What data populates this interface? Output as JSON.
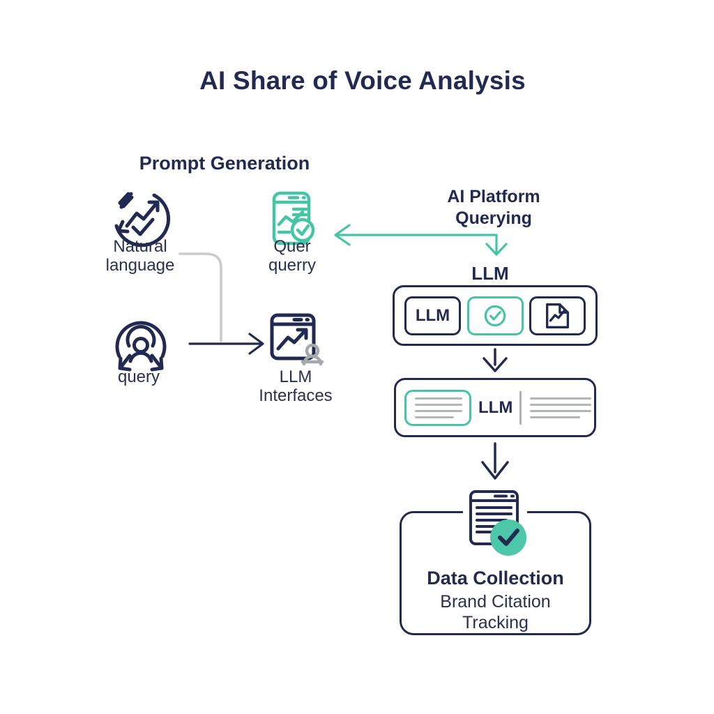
{
  "title": "AI Share of Voice Analysis",
  "sections": {
    "prompt_generation": {
      "heading": "Prompt Generation",
      "natural_language_label": "Natural language",
      "query_check_label": "Quer querry",
      "user_query_label": "query",
      "llm_interfaces_label": "LLM Interfaces"
    },
    "ai_platform": {
      "heading": "AI Platform Querying",
      "llm_heading": "LLM",
      "model_chip_label": "LLM",
      "response_label": "LLM"
    },
    "data_collection": {
      "heading": "Data Collection",
      "subheading": "Brand Citation Tracking"
    }
  },
  "icons": [
    "trend-cycle-icon",
    "phone-check-icon",
    "broadcast-person-icon",
    "browser-person-icon",
    "circle-check-icon",
    "document-chart-icon",
    "document-check-icon"
  ],
  "colors": {
    "navy": "#232a52",
    "teal": "#45c4a6",
    "teal_fill": "#4cc7a9",
    "gray_line": "#b3b6b9",
    "gray_connector": "#c9cbcd",
    "gray_person": "#a6a9ac",
    "background": "#ffffff"
  }
}
